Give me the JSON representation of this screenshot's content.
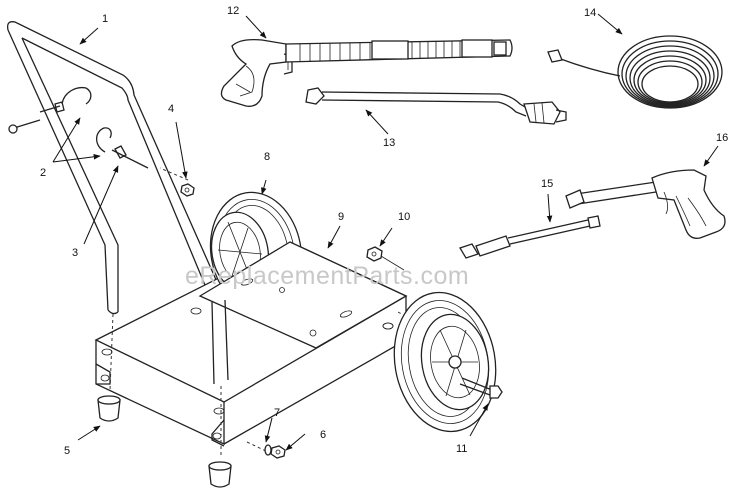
{
  "watermark": "eReplacementParts.com",
  "callouts": {
    "c1": "1",
    "c2": "2",
    "c3": "3",
    "c4": "4",
    "c5": "5",
    "c6": "6",
    "c7": "7",
    "c8": "8",
    "c9": "9",
    "c10": "10",
    "c11": "11",
    "c12": "12",
    "c13": "13",
    "c14": "14",
    "c15": "15",
    "c16": "16"
  },
  "colors": {
    "line": "#222222",
    "background": "#ffffff",
    "watermark": "#c8c8c8"
  }
}
